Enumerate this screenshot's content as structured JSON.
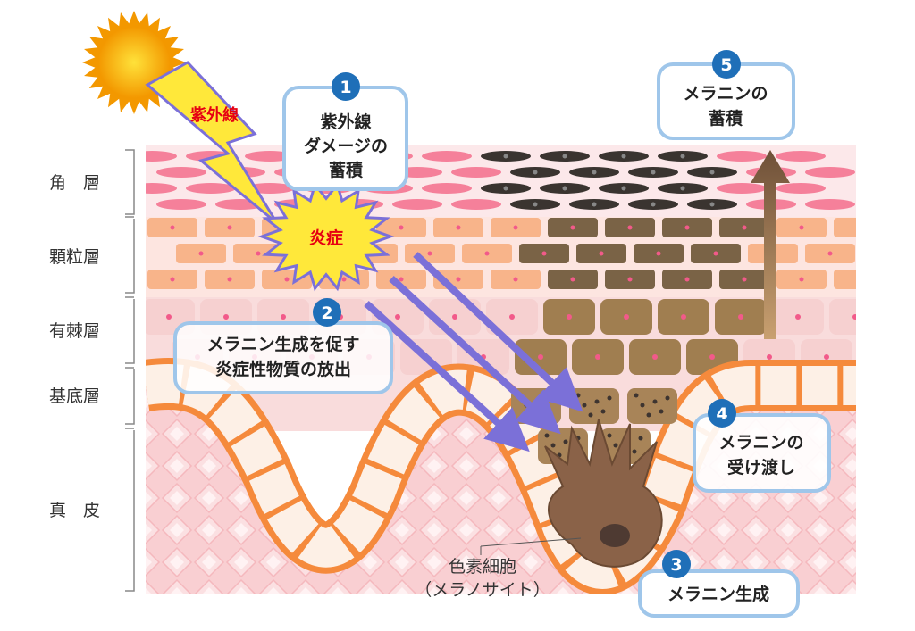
{
  "layers": [
    {
      "label": "角　層"
    },
    {
      "label": "顆粒層"
    },
    {
      "label": "有棘層"
    },
    {
      "label": "基底層"
    },
    {
      "label": "真　皮"
    }
  ],
  "uv_label": "紫外線",
  "inflammation_label": "炎症",
  "steps": [
    {
      "num": "1",
      "lines": [
        "紫外線",
        "ダメージの",
        "蓄積"
      ]
    },
    {
      "num": "2",
      "lines": [
        "メラニン生成を促す",
        "炎症性物質の放出"
      ]
    },
    {
      "num": "3",
      "lines": [
        "メラニン生成"
      ]
    },
    {
      "num": "4",
      "lines": [
        "メラニンの",
        "受け渡し"
      ]
    },
    {
      "num": "5",
      "lines": [
        "メラニンの",
        "蓄積"
      ]
    }
  ],
  "melanocyte_label": [
    "色素細胞",
    "（メラノサイト）"
  ],
  "colors": {
    "step_circle": "#1f6fb8",
    "box_border": "#9fc6ea",
    "uv_text": "#e60012",
    "arrow": "#7b70d8",
    "basal": "#f58a3c",
    "melanin": "#7a5a3a"
  }
}
